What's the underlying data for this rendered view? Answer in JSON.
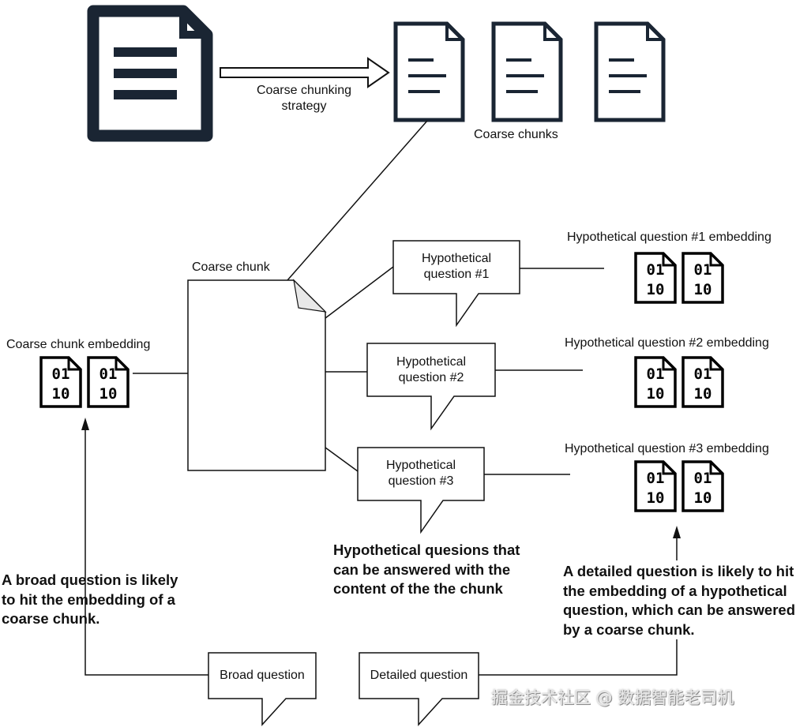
{
  "source_doc": {
    "icon": "document-icon",
    "arrow_label": "Coarse chunking\nstrategy"
  },
  "coarse_chunks": {
    "label": "Coarse chunks",
    "icon": "document-icon"
  },
  "coarse_chunk": {
    "label": "Coarse chunk"
  },
  "coarse_chunk_embedding": {
    "label": "Coarse chunk embedding",
    "icon": "binary-file-icon"
  },
  "hypothetical_questions": [
    {
      "bubble": "Hypothetical\nquestion #1",
      "embedding_label": "Hypothetical question #1 embedding"
    },
    {
      "bubble": "Hypothetical\nquestion #2",
      "embedding_label": "Hypothetical question  #2 embedding"
    },
    {
      "bubble": "Hypothetical\nquestion #3",
      "embedding_label": "Hypothetical question  #3 embedding"
    }
  ],
  "notes": {
    "hypothetical": "Hypothetical quesions that\ncan be answered with the\ncontent of the the chunk",
    "broad": "A broad question is likely\nto hit the embedding of a\ncoarse chunk.",
    "detailed": "A detailed question is likely to hit\nthe embedding of a hypothetical\nquestion, which can be answered\nby a coarse chunk."
  },
  "questions": {
    "broad": "Broad question",
    "detailed": "Detailed question"
  },
  "binary_glyph": {
    "row1": "01",
    "row2": "10"
  },
  "watermark": "掘金技术社区 @ 数据智能老司机",
  "colors": {
    "doc_icon": "#1a2533",
    "line": "#111111",
    "background": "#ffffff"
  }
}
